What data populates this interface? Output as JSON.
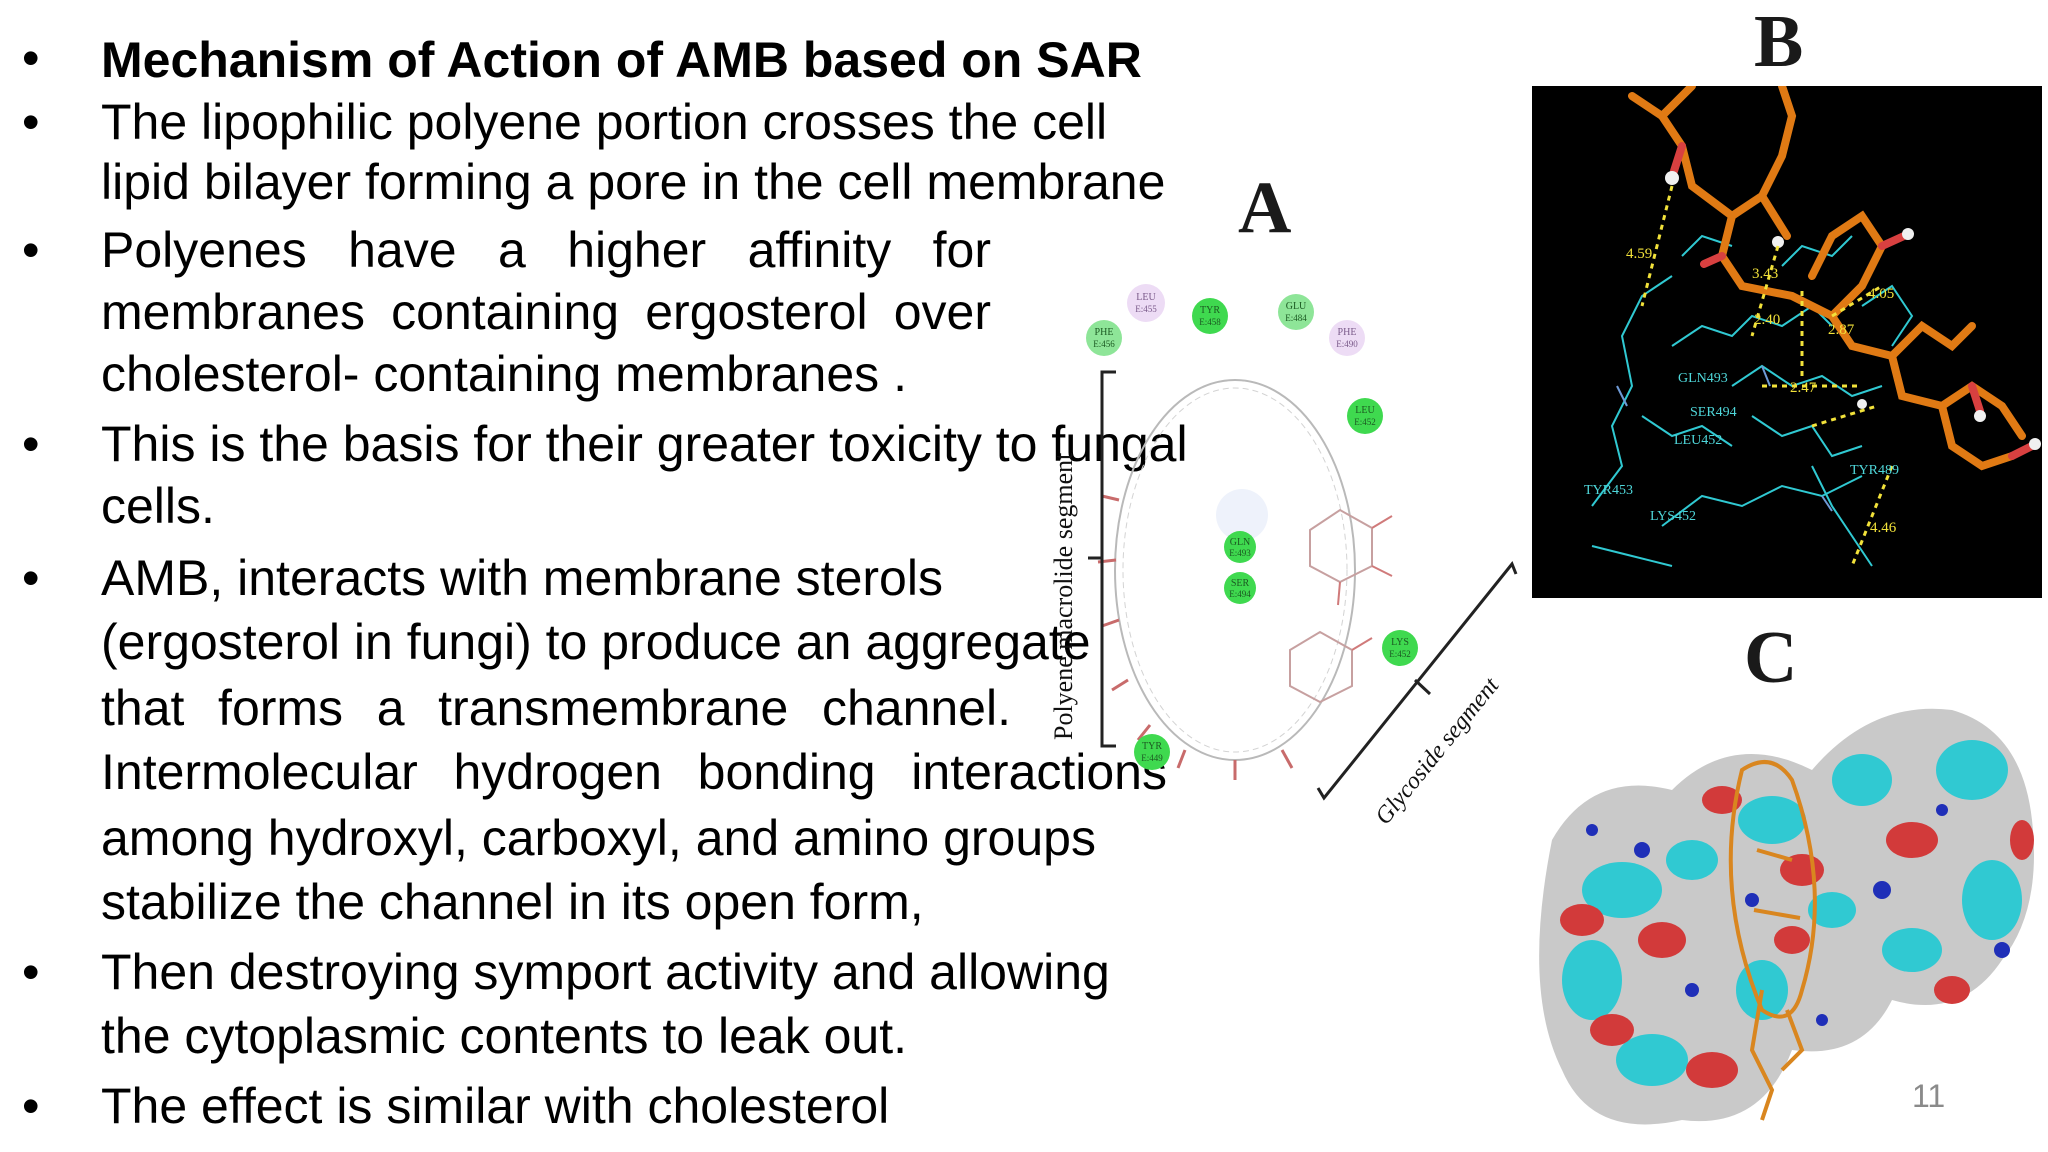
{
  "bullets": [
    {
      "lines": [
        "Mechanism of Action of AMB based on SAR"
      ]
    },
    {
      "lines": [
        "The lipophilic polyene portion crosses the cell",
        "lipid bilayer forming a pore in the cell membrane"
      ]
    },
    {
      "lines": [
        " Polyenes  have  a higher  affinity  for",
        "membranes  containing  ergosterol  over",
        "cholesterol-  containing membranes ."
      ]
    },
    {
      "lines": [
        "This is the basis for their greater toxicity to fungal",
        "cells."
      ]
    },
    {
      "lines": [
        " AMB, interacts with membrane sterols",
        "(ergosterol in fungi) to produce an aggregate",
        "that  forms  a  transmembrane  channel.",
        "Intermolecular  hydrogen  bonding  interactions",
        "among  hydroxyl,  carboxyl, and amino groups",
        "stabilize the channel in its open form,"
      ]
    },
    {
      "lines": [
        "Then destroying symport activity and allowing",
        "the cytoplasmic contents to leak out."
      ]
    },
    {
      "lines": [
        "The effect is similar  with cholesterol"
      ]
    }
  ],
  "bullet_symbol": "•",
  "figure": {
    "panel_a": {
      "label": "A",
      "segment_polyene": "Polyene macrolide segment",
      "segment_glycoside": "Glycoside segment",
      "residues": [
        {
          "name": "LEU",
          "id": "E:455"
        },
        {
          "name": "TYR",
          "id": "E:458"
        },
        {
          "name": "GLU",
          "id": "E:484"
        },
        {
          "name": "PHE",
          "id": "E:456"
        },
        {
          "name": "PHE",
          "id": "E:490"
        },
        {
          "name": "LEU",
          "id": "E:452"
        },
        {
          "name": "GLN",
          "id": "E:493"
        },
        {
          "name": "SER",
          "id": "E:494"
        },
        {
          "name": "LYS",
          "id": "E:452"
        },
        {
          "name": "TYR",
          "id": "E:449"
        }
      ]
    },
    "panel_b": {
      "label": "B",
      "distances": [
        "4.59",
        "3.43",
        "2.40",
        "2.87",
        "4.05",
        "2.47",
        "4.46"
      ],
      "residue_labels": [
        "GLN493",
        "SER494",
        "LEU452",
        "TYR453",
        "LYS452",
        "TYR489"
      ]
    },
    "panel_c": {
      "label": "C"
    }
  },
  "page_number": "11",
  "colors": {
    "green": "#3fd94f",
    "lavender": "#eddcf5",
    "orange": "#e07a14",
    "cyan": "#30c9d2"
  }
}
